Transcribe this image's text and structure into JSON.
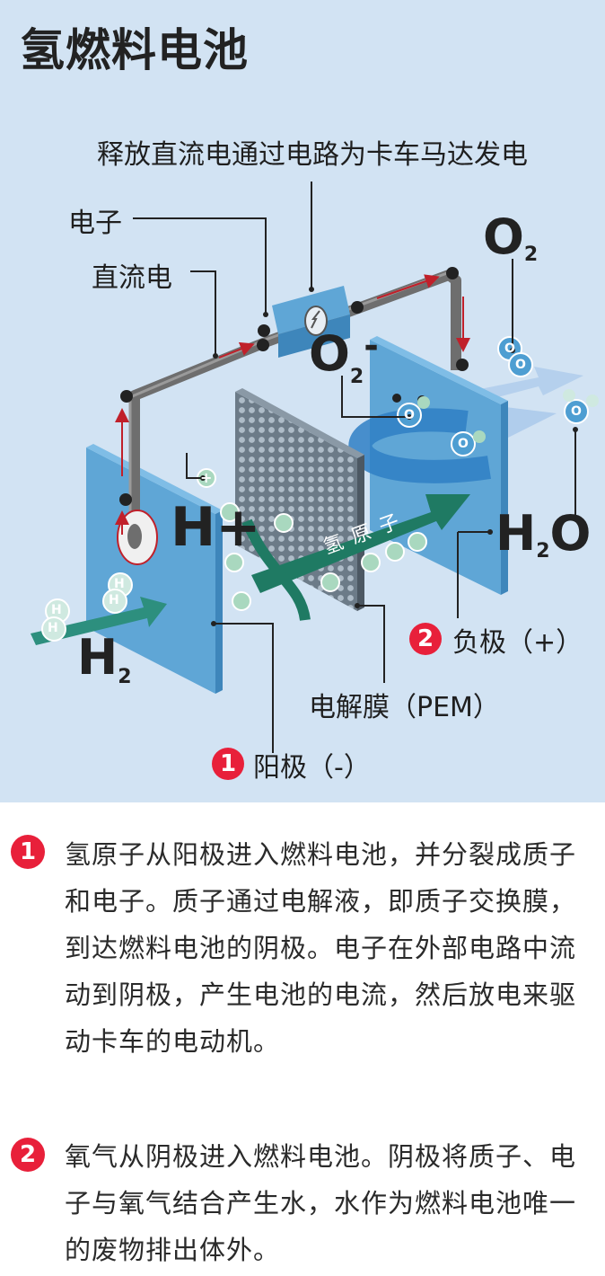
{
  "title": "氢燃料电池",
  "labels": {
    "circuit": "释放直流电通过电路为卡车马达发电",
    "electron": "电子",
    "dc": "直流电",
    "o2_main": "O",
    "o2_sub": "2",
    "o_ion": "O",
    "o_ion_sub": "2",
    "o_ion_sup": "-",
    "h_plus": "H+",
    "h2o_h": "H",
    "h2o_sub": "2",
    "h2o_o": "O",
    "h2_h": "H",
    "h2_sub": "2",
    "proton_arrow": "氢 原 子",
    "pem": "电解膜（PEM）",
    "cathode_num": "2",
    "cathode": "负极（+）",
    "anode_num": "1",
    "anode": "阳极（-）",
    "atom_h": "H",
    "atom_o": "O",
    "atom_plus": "+"
  },
  "steps": [
    {
      "num": "1",
      "text": "氢原子从阳极进入燃料电池，并分裂成质子和电子。质子通过电解液，即质子交换膜，到达燃料电池的阴极。电子在外部电路中流动到阴极，产生电池的电流，然后放电来驱动卡车的电动机。"
    },
    {
      "num": "2",
      "text": "氧气从阴极进入燃料电池。阴极将质子、电子与氧气结合产生水，水作为燃料电池唯一的废物排出体外。"
    }
  ],
  "colors": {
    "bg": "#d2e3f3",
    "plate": "#5fa6d6",
    "accent": "#e8203a",
    "arrow_green": "#1f7a63"
  }
}
